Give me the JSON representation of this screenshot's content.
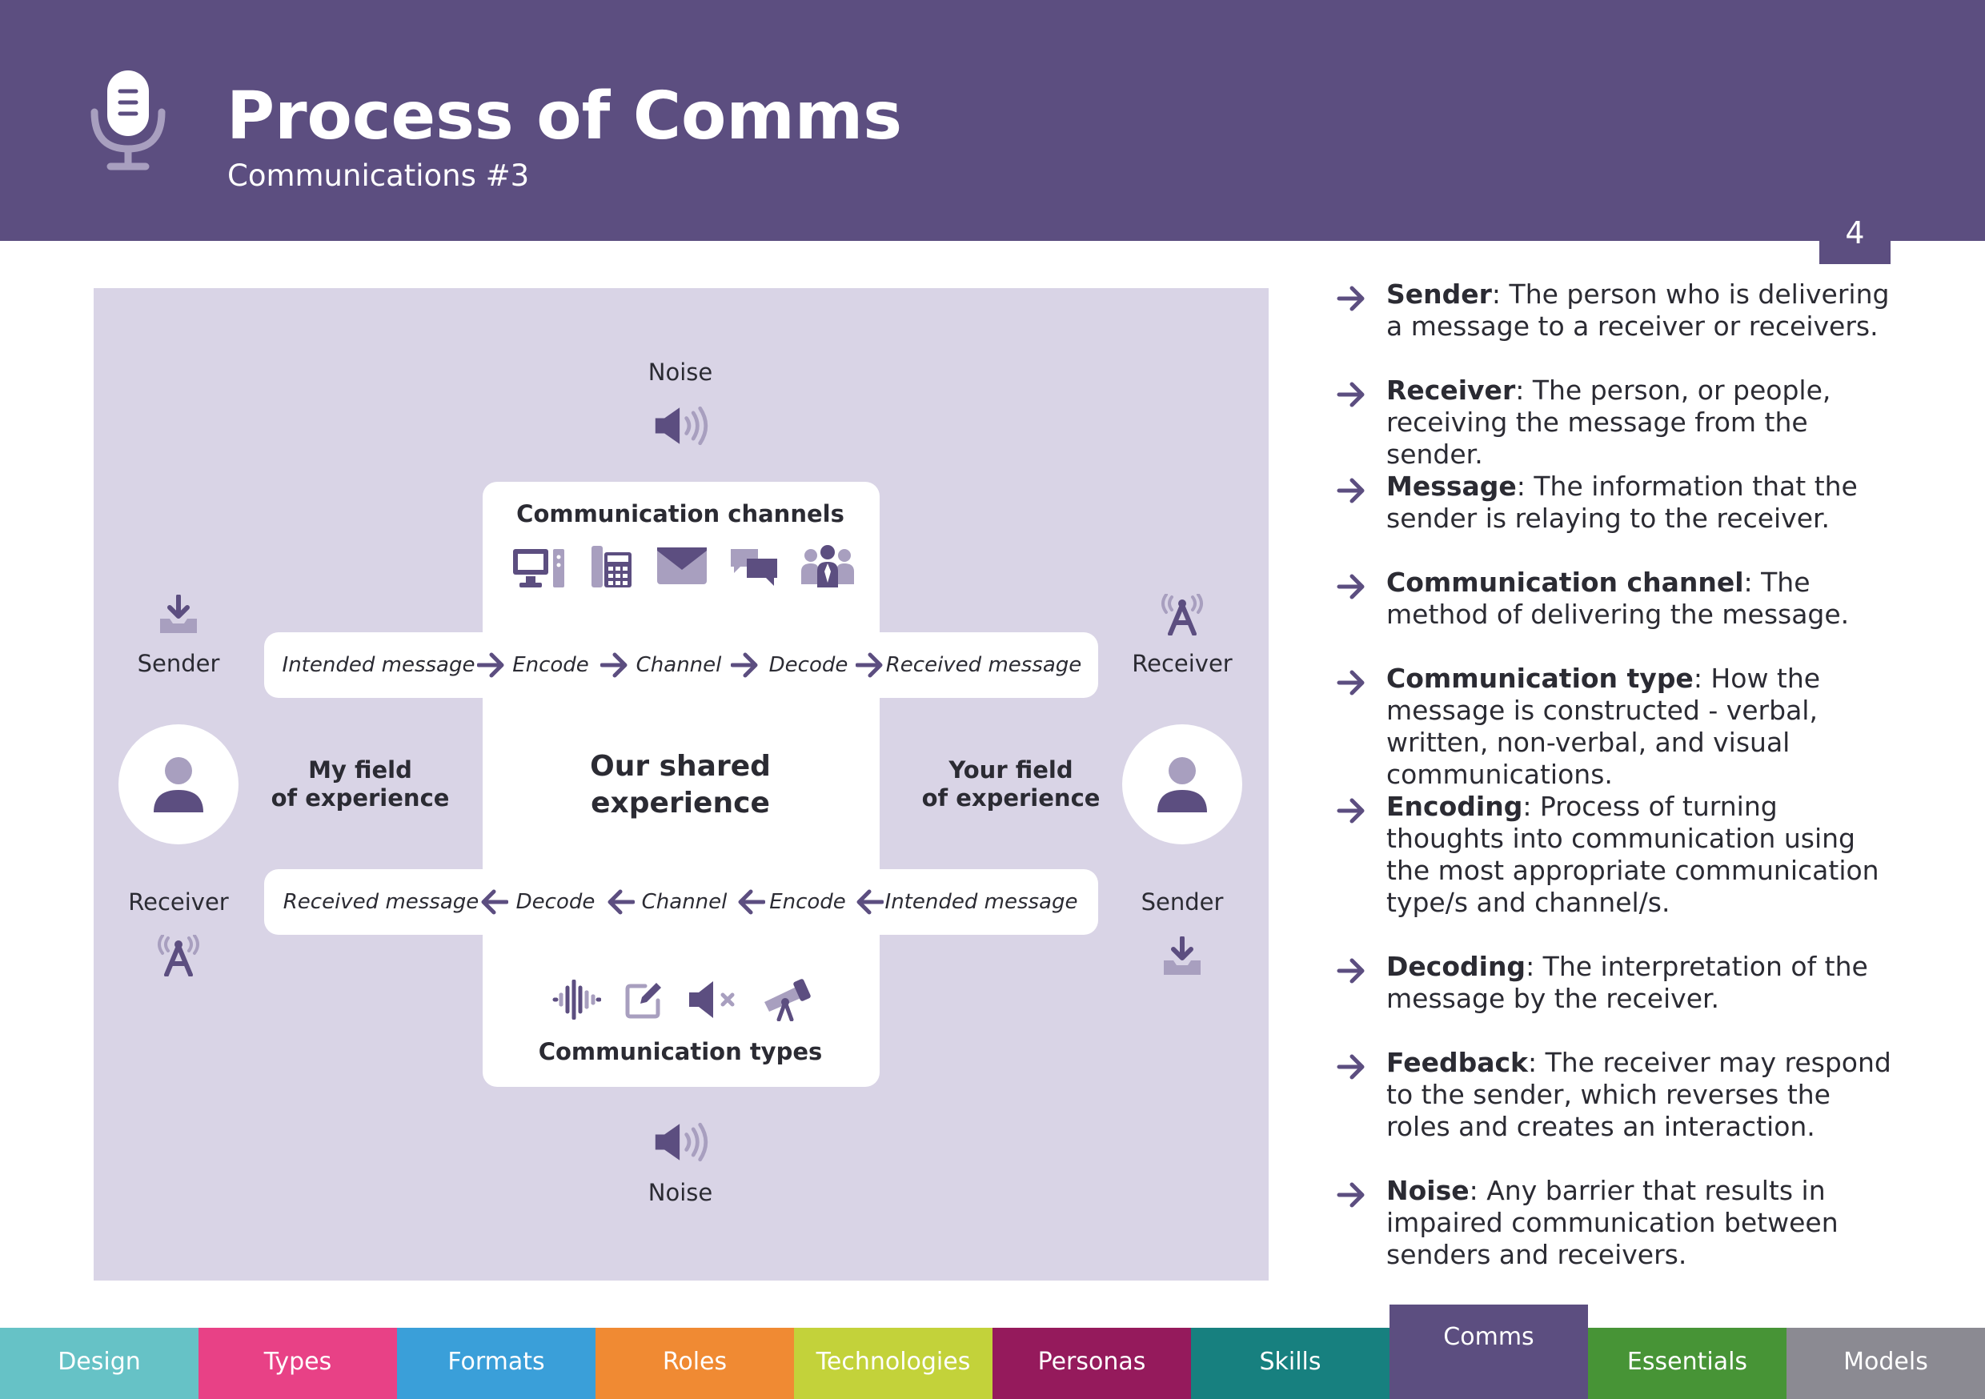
{
  "header": {
    "title": "Process of Comms",
    "subtitle": "Communications #3",
    "page_number": "4",
    "icon": "microphone-icon"
  },
  "diagram": {
    "noise_top": "Noise",
    "noise_bottom": "Noise",
    "left_top_role": "Sender",
    "left_bottom_role": "Receiver",
    "right_top_role": "Receiver",
    "right_bottom_role": "Sender",
    "channels_title": "Communication channels",
    "types_title": "Communication types",
    "shared_line1": "Our shared",
    "shared_line2": "experience",
    "my_field_line1": "My field",
    "my_field_line2": "of experience",
    "your_field_line1": "Your field",
    "your_field_line2": "of experience",
    "top_flow": [
      "Intended message",
      "Encode",
      "Channel",
      "Decode",
      "Received message"
    ],
    "bottom_flow": [
      "Received message",
      "Decode",
      "Channel",
      "Encode",
      "Intended message"
    ],
    "channel_icons": [
      "computer-icon",
      "desk-phone-icon",
      "envelope-icon",
      "chat-bubbles-icon",
      "group-icon"
    ],
    "type_icons": [
      "sound-wave-icon",
      "edit-pencil-icon",
      "mute-icon",
      "telescope-icon"
    ]
  },
  "definitions": [
    {
      "term": "Sender",
      "text": ": The person who is delivering a message to a receiver or receivers."
    },
    {
      "term": "Receiver",
      "text": ": The person, or people, receiving the message from the sender."
    },
    {
      "term": "Message",
      "text": ": The information that the sender is relaying to the receiver."
    },
    {
      "term": "Communication channel",
      "text": ": The method of delivering the message."
    },
    {
      "term": "Communication type",
      "text": ": How the message is constructed - verbal, written, non-verbal, and visual communications."
    },
    {
      "term": "Encoding",
      "text": ": Process of turning thoughts into communication using the most appropriate communication type/s and channel/s."
    },
    {
      "term": "Decoding",
      "text": ": The interpretation of the message by the receiver."
    },
    {
      "term": "Feedback",
      "text": ": The receiver may respond to the sender, which reverses the roles and creates an interaction."
    },
    {
      "term": "Noise",
      "text": ": Any barrier that results in impaired communication between senders and receivers."
    }
  ],
  "tabs": [
    {
      "label": "Design",
      "color": "#66c2c6"
    },
    {
      "label": "Types",
      "color": "#e84186"
    },
    {
      "label": "Formats",
      "color": "#3a9fd9"
    },
    {
      "label": "Roles",
      "color": "#f08a33"
    },
    {
      "label": "Technologies",
      "color": "#c3d23a"
    },
    {
      "label": "Personas",
      "color": "#951a5c"
    },
    {
      "label": "Skills",
      "color": "#17807f"
    },
    {
      "label": "Comms",
      "color": "#5c4e80"
    },
    {
      "label": "Essentials",
      "color": "#479436"
    },
    {
      "label": "Models",
      "color": "#8b8a92"
    }
  ],
  "active_tab": "Comms",
  "colors": {
    "accent": "#5c4e80",
    "panel": "#d9d4e6",
    "icon_light": "#a89fbf"
  }
}
